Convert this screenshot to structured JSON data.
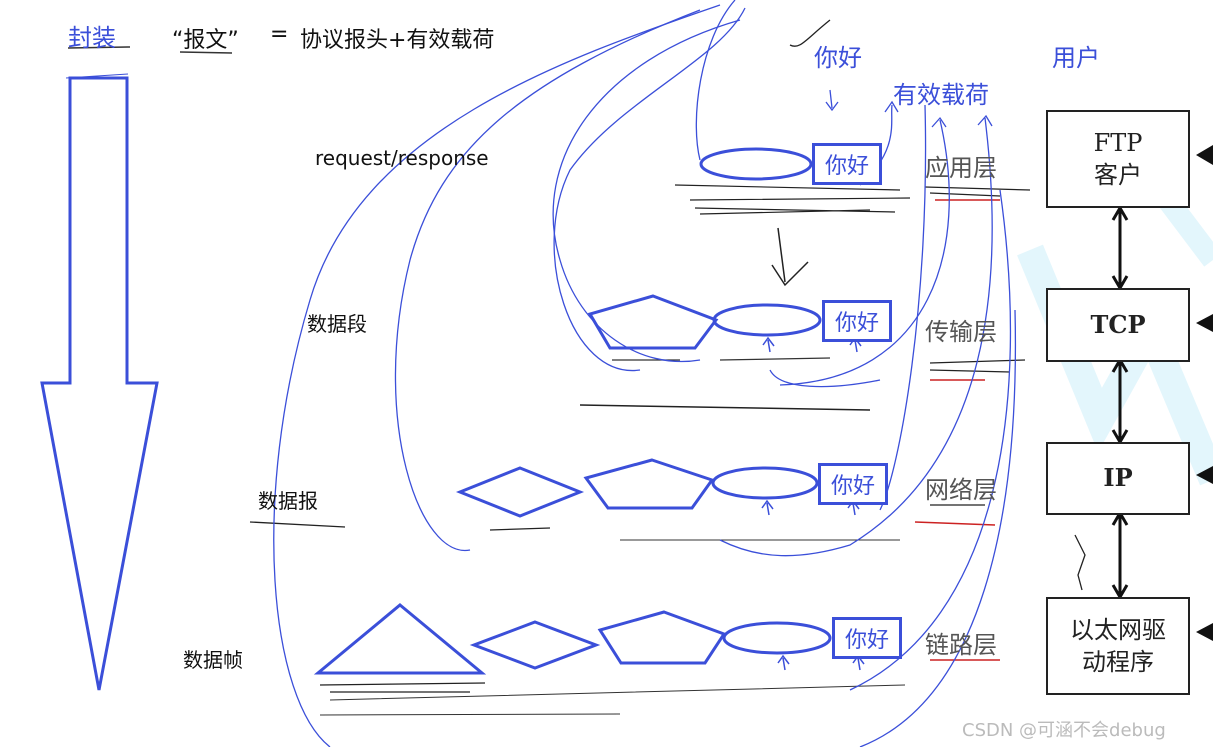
{
  "header": {
    "encapsulate": "封装",
    "message": "“报文”",
    "equals": "=",
    "formula": "协议报头+有效载荷"
  },
  "top_labels": {
    "hello": "你好",
    "payload": "有效载荷",
    "user": "用户"
  },
  "unit_labels": {
    "application": "request/response",
    "transport": "数据段",
    "network": "数据报",
    "link": "数据帧"
  },
  "payload_text": "你好",
  "layers": {
    "application": "应用层",
    "transport": "传输层",
    "network": "网络层",
    "link": "链路层"
  },
  "protocol_stack": {
    "ftp_line1": "FTP",
    "ftp_line2": "客户",
    "tcp": "TCP",
    "ip": "IP",
    "eth_line1": "以太网驱",
    "eth_line2": "动程序"
  },
  "watermark": "CSDN @可涵不会debug",
  "colors": {
    "sketch_blue": "#3b4fd9",
    "text_black": "#111111",
    "box_border": "#222222",
    "faint_cyan": "#dff4fb"
  }
}
